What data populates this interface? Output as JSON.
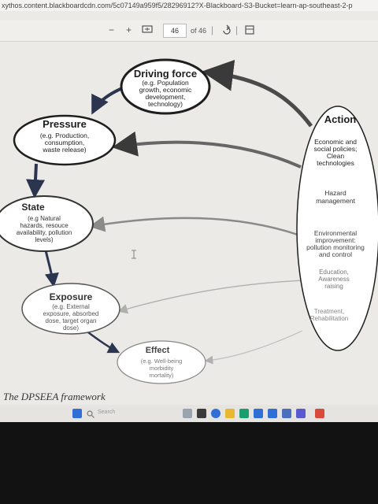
{
  "browser": {
    "url": "xythos.content.blackboardcdn.com/5c07149a959f5/28296912?X-Blackboard-S3-Bucket=learn-ap-southeast-2-p"
  },
  "pdf_toolbar": {
    "zoom_out": "−",
    "zoom_in": "+",
    "current_page": "46",
    "total_pages": "of 46"
  },
  "diagram": {
    "driving_force": {
      "title": "Driving force",
      "lines": [
        "(e.g. Population",
        "growth, economic",
        "development,",
        "technology)"
      ]
    },
    "pressure": {
      "title": "Pressure",
      "lines": [
        "(e.g. Production,",
        "consumption,",
        "waste release)"
      ]
    },
    "state": {
      "title": "State",
      "lines": [
        "(e.g Natural",
        "hazards, resouce",
        "availability, pollution",
        "levels)"
      ]
    },
    "exposure": {
      "title": "Exposure",
      "lines": [
        "(e.g. External",
        "exposure, absorbed",
        "dose, target organ",
        "dose)"
      ]
    },
    "effect": {
      "title": "Effect",
      "lines": [
        "(e.g. Well-being",
        "morbidity",
        "mortality)"
      ]
    },
    "action": {
      "title": "Action",
      "items": [
        {
          "lines": [
            "Economic and",
            "social policies;",
            "Clean",
            "technologies"
          ]
        },
        {
          "lines": [
            "Hazard",
            "management"
          ]
        },
        {
          "lines": [
            "Environmental",
            "improvement:",
            "pollution monitoring",
            "and control"
          ]
        },
        {
          "lines": [
            "Education,",
            "Awareness",
            "raising"
          ]
        },
        {
          "lines": [
            "Treatment,",
            "Rehabilitation"
          ]
        }
      ]
    },
    "caption": "The DPSEEA framework"
  },
  "taskbar": {
    "search_placeholder": "Search"
  },
  "colors": {
    "arrow_dark": "#3a3a3a",
    "arrow_grey": "#8a8a8a",
    "arrow_light": "#b0b0b0",
    "accent_blue": "#2f6fd6"
  }
}
